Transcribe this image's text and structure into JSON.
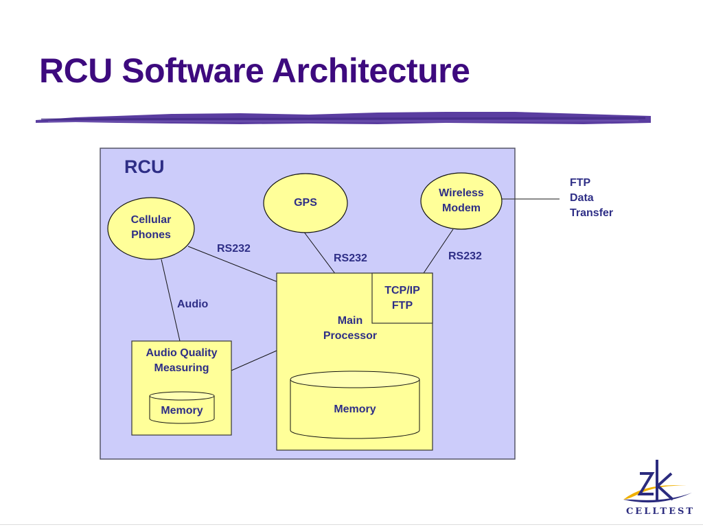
{
  "slide": {
    "title": "RCU Software Architecture",
    "colors": {
      "title": "#3d0a7e",
      "brush": "#5a3da0",
      "container_fill": "#ccccfa",
      "node_fill": "#ffff99",
      "label_text": "#2e2e86",
      "logo_gold": "#f0b000",
      "logo_blue": "#2b2b7e"
    }
  },
  "diagram": {
    "container": {
      "label": "RCU"
    },
    "nodes": {
      "cellular": {
        "label": "Cellular\nPhones"
      },
      "gps": {
        "label": "GPS"
      },
      "wireless": {
        "label": "Wireless\nModem"
      },
      "aqm": {
        "label": "Audio Quality\nMeasuring"
      },
      "aqm_memory": {
        "label": "Memory"
      },
      "main": {
        "label": "Main\nProcessor"
      },
      "main_memory": {
        "label": "Memory"
      },
      "tcpip": {
        "label": "TCP/IP\nFTP"
      }
    },
    "edges": {
      "cell_main": {
        "label": "RS232"
      },
      "gps_main": {
        "label": "RS232"
      },
      "modem_tcp": {
        "label": "RS232"
      },
      "cell_aqm": {
        "label": "Audio"
      },
      "aqm_main": {
        "label": ""
      },
      "modem_ext": {
        "label": ""
      }
    },
    "external": {
      "label": "FTP\nData\nTransfer"
    }
  },
  "logo": {
    "text": "CELLTEST",
    "mark": "ZK"
  }
}
